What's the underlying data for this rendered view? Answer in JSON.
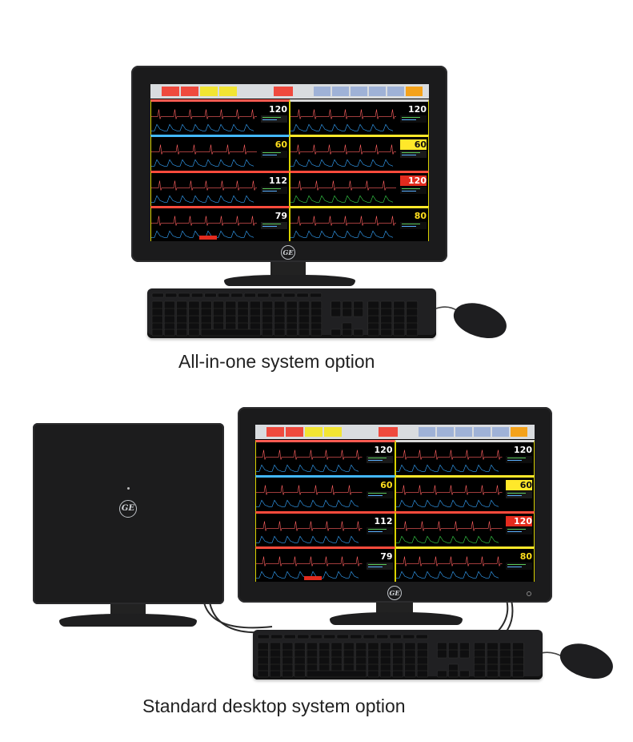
{
  "captions": {
    "all_in_one": "All-in-one system option",
    "desktop": "Standard desktop system option"
  },
  "monitor": {
    "brand_logo": "GE",
    "silence_label": "",
    "tiles": [
      {
        "hr": "120",
        "hr_color": "#ffffff",
        "box_bg": "#000000",
        "header_color": "#ff5b52",
        "wave_color": "#35a6ff"
      },
      {
        "hr": "120",
        "hr_color": "#ffffff",
        "box_bg": "#000000",
        "header_color": "#d8d8d8",
        "wave_color": "#35a6ff"
      },
      {
        "hr": "60",
        "hr_color": "#ffde1d",
        "box_bg": "#000000",
        "header_color": "#43b8ff",
        "wave_color": "#35a6ff"
      },
      {
        "hr": "60",
        "hr_color": "#111111",
        "box_bg": "#ffe82a",
        "header_color": "#ffe82a",
        "wave_color": "#35a6ff"
      },
      {
        "hr": "112",
        "hr_color": "#ffffff",
        "box_bg": "#000000",
        "header_color": "#ff4b3c",
        "wave_color": "#35a6ff"
      },
      {
        "hr": "120",
        "hr_color": "#ffffff",
        "box_bg": "#e32b1e",
        "header_color": "#ff4b3c",
        "wave_color": "#37d34a"
      },
      {
        "hr": "79",
        "hr_color": "#ffffff",
        "box_bg": "#000000",
        "header_color": "#ff4b3c",
        "wave_color": "#35a6ff"
      },
      {
        "hr": "80",
        "hr_color": "#ffde1d",
        "box_bg": "#000000",
        "header_color": "#ffe82a",
        "wave_color": "#35a6ff"
      }
    ],
    "topbar_alarms": [
      "#ef4a3e",
      "#ef4a3e",
      "#f2e533",
      "#f2e533",
      "#ef4a3e"
    ],
    "topbar_buttons": [
      "#9fb2d7",
      "#9fb2d7",
      "#9fb2d7",
      "#9fb2d7",
      "#9fb2d7",
      "#f4a21b"
    ]
  },
  "colors": {
    "ecg": "#ff6060",
    "bezel": "#1b1b1c",
    "tile_border": "#d8d200"
  }
}
